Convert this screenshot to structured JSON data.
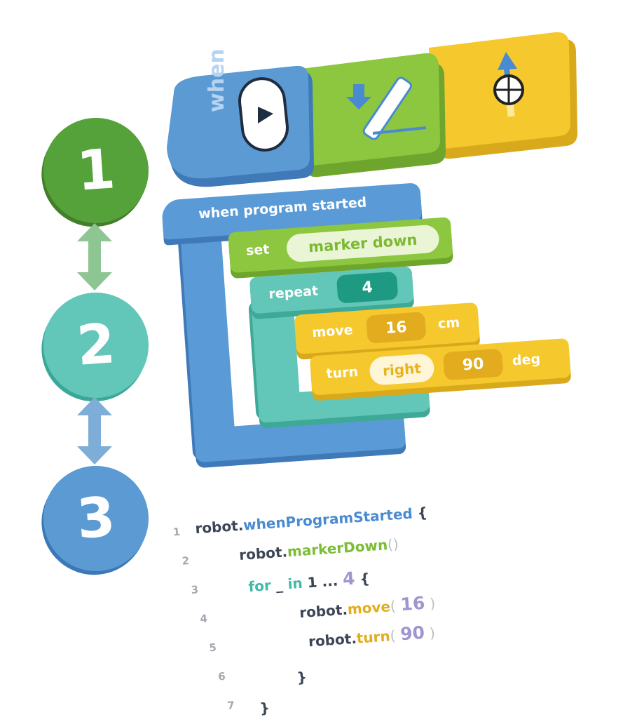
{
  "levels": [
    "1",
    "2",
    "3"
  ],
  "icon_blocks": {
    "trigger_label": "when"
  },
  "text_blocks": {
    "hat": "when program started",
    "set_label": "set",
    "set_value": "marker down",
    "repeat_label": "repeat",
    "repeat_value": "4",
    "move_label": "move",
    "move_value": "16",
    "move_unit": "cm",
    "turn_label": "turn",
    "turn_direction": "right",
    "turn_value": "90",
    "turn_unit": "deg"
  },
  "code": {
    "line_numbers": [
      "1",
      "2",
      "3",
      "4",
      "5",
      "6",
      "7"
    ],
    "l1_obj": "robot.",
    "l1_fn": "whenProgramStarted",
    "l1_end": "{",
    "l2_obj": "robot.",
    "l2_fn": "markerDown",
    "l2_end": "()",
    "l3_for": "for",
    "l3_mid": "_",
    "l3_in": "in",
    "l3_range": "1 ...",
    "l3_num": "4",
    "l3_end": "{",
    "l4_obj": "robot.",
    "l4_fn": "move",
    "l4_open": "(",
    "l4_num": "16",
    "l4_close": ")",
    "l5_obj": "robot.",
    "l5_fn": "turn",
    "l5_open": "(",
    "l5_num": "90",
    "l5_close": ")",
    "l6": "}",
    "l7": "}"
  },
  "colors": {
    "green": "#56a23a",
    "teal": "#62c6b8",
    "blue": "#5b9ad2",
    "yellow": "#f5c92e"
  }
}
